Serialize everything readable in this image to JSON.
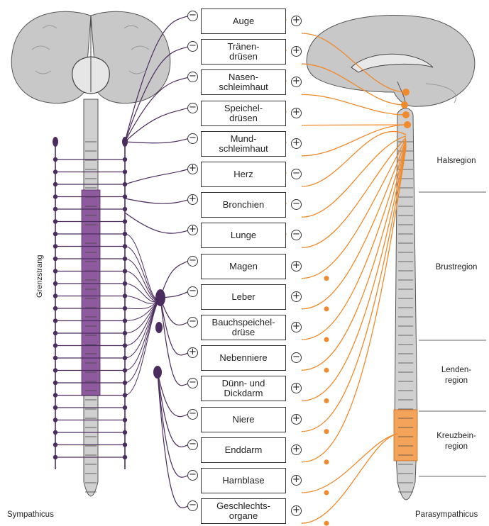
{
  "labels": {
    "sympathicus": "Sympathicus",
    "parasympathicus": "Parasympathicus",
    "grenzstrang": "Grenzstrang"
  },
  "regions": [
    {
      "name": "Halsregion"
    },
    {
      "name": "Brustregion"
    },
    {
      "name": "Lenden-\nregion"
    },
    {
      "name": "Kreuzbein-\nregion"
    }
  ],
  "organs": [
    {
      "name": "Auge",
      "left_sign": "−",
      "right_sign": "+"
    },
    {
      "name": "Tränen-\ndrüsen",
      "left_sign": "−",
      "right_sign": "+"
    },
    {
      "name": "Nasen-\nschleimhaut",
      "left_sign": "−",
      "right_sign": "+"
    },
    {
      "name": "Speichel-\ndrüsen",
      "left_sign": "−",
      "right_sign": "+"
    },
    {
      "name": "Mund-\nschleimhaut",
      "left_sign": "−",
      "right_sign": "+"
    },
    {
      "name": "Herz",
      "left_sign": "+",
      "right_sign": "−"
    },
    {
      "name": "Bronchien",
      "left_sign": "+",
      "right_sign": "−"
    },
    {
      "name": "Lunge",
      "left_sign": "+",
      "right_sign": "−"
    },
    {
      "name": "Magen",
      "left_sign": "−",
      "right_sign": "+"
    },
    {
      "name": "Leber",
      "left_sign": "−",
      "right_sign": "+"
    },
    {
      "name": "Bauchspeichel-\ndrüse",
      "left_sign": "−",
      "right_sign": "+"
    },
    {
      "name": "Nebenniere",
      "left_sign": "+",
      "right_sign": "−"
    },
    {
      "name": "Dünn- und\nDickdarm",
      "left_sign": "−",
      "right_sign": "+"
    },
    {
      "name": "Niere",
      "left_sign": "−",
      "right_sign": "+"
    },
    {
      "name": "Enddarm",
      "left_sign": "−",
      "right_sign": "+"
    },
    {
      "name": "Harnblase",
      "left_sign": "−",
      "right_sign": "+"
    },
    {
      "name": "Geschlechts-\norgane",
      "left_sign": "−",
      "right_sign": "+"
    }
  ],
  "colors": {
    "sympathetic": "#4a2c5e",
    "sympathetic_spine": "#8e5a9e",
    "parasympathetic": "#f08a2c",
    "sacral": "#f4a35a",
    "brain": "#c8c8c8"
  }
}
